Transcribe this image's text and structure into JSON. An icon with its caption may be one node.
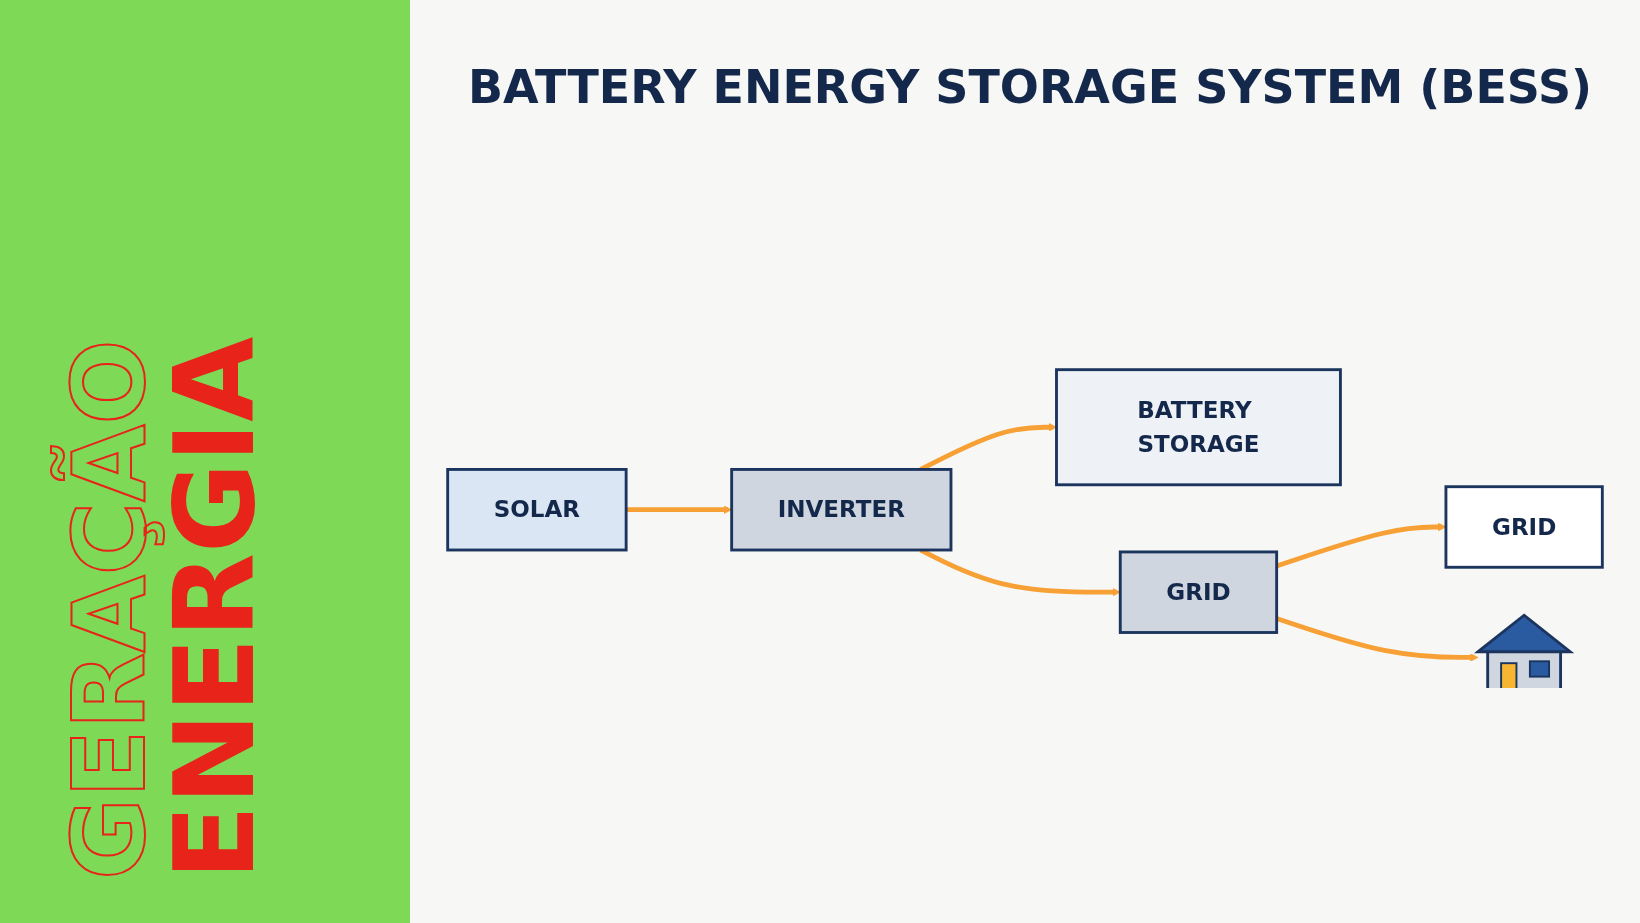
{
  "diagram": {
    "title": "BATTERY ENERGY STORAGE SYSTEM (BESS)",
    "nodes": [
      {
        "text": [
          "SOLAR"
        ]
      },
      {
        "text": [
          "INVERTER"
        ]
      },
      {
        "text": [
          "BATTERY STORAGE"
        ]
      },
      {
        "text": [
          "GRID"
        ]
      },
      {
        "text": [
          "GRID"
        ]
      },
      {
        "text": [],
        "shape": "picture"
      }
    ],
    "edges": [
      {
        "from": 0,
        "to": 1,
        "arrow": "to"
      },
      {
        "from": 1,
        "to": 2,
        "arrow": "to"
      },
      {
        "from": 1,
        "to": 4,
        "arrow": "to"
      },
      {
        "from": 4,
        "to": 3,
        "arrow": "to"
      },
      {
        "from": 4,
        "to": 5,
        "arrow": "to"
      }
    ],
    "labels": [
      "GERAÇÃO",
      "ENERGIA"
    ]
  }
}
